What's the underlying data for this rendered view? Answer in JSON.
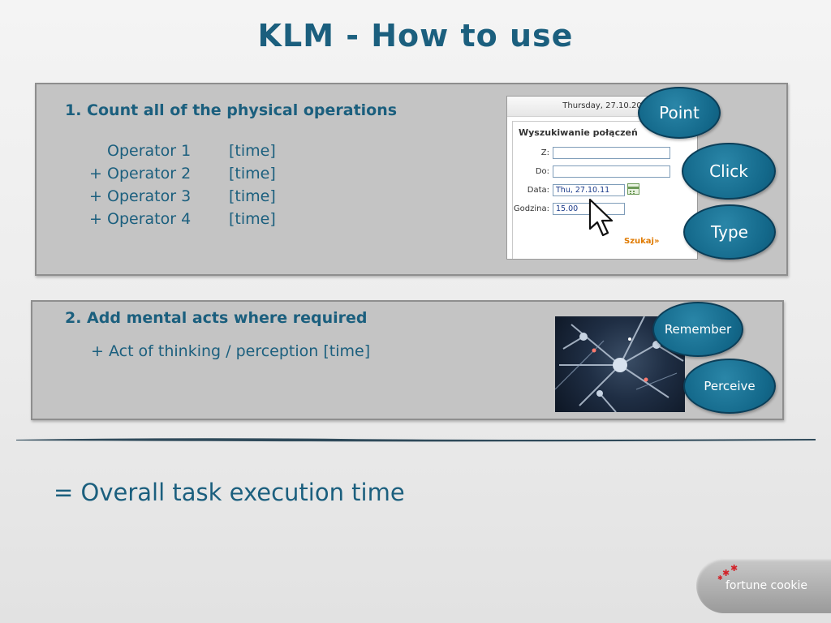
{
  "slide": {
    "title": "KLM - How to use"
  },
  "section1": {
    "heading": "1. Count all of the physical operations",
    "operators": [
      {
        "prefix": "",
        "name": "Operator 1",
        "value": "[time]"
      },
      {
        "prefix": "+",
        "name": "Operator 2",
        "value": "[time]"
      },
      {
        "prefix": "+",
        "name": "Operator 3",
        "value": "[time]"
      },
      {
        "prefix": "+",
        "name": "Operator 4",
        "value": "[time]"
      }
    ],
    "bubbles": [
      "Point",
      "Click",
      "Type"
    ],
    "form": {
      "date_bar": "Thursday, 27.10.20",
      "title": "Wyszukiwanie połączeń",
      "labels": [
        "Z:",
        "Do:",
        "Data:",
        "Godzina:"
      ],
      "date_value": "Thu, 27.10.11",
      "time_value": "15.00",
      "search_label": "Szukaj»"
    }
  },
  "section2": {
    "heading": "2. Add mental acts where required",
    "item": "+ Act of thinking / perception  [time]",
    "bubbles": [
      "Remember",
      "Perceive"
    ]
  },
  "total": {
    "text": "= Overall task execution time"
  },
  "logo": {
    "text": "fortune cookie"
  },
  "colors": {
    "accent": "#1b5f7e",
    "bubble": "#13688a",
    "panel": "#c4c4c4",
    "search": "#e07a00",
    "logo_star": "#d2232a"
  },
  "icons": [
    "mouse-pointer-icon",
    "calendar-icon",
    "star-icon"
  ]
}
